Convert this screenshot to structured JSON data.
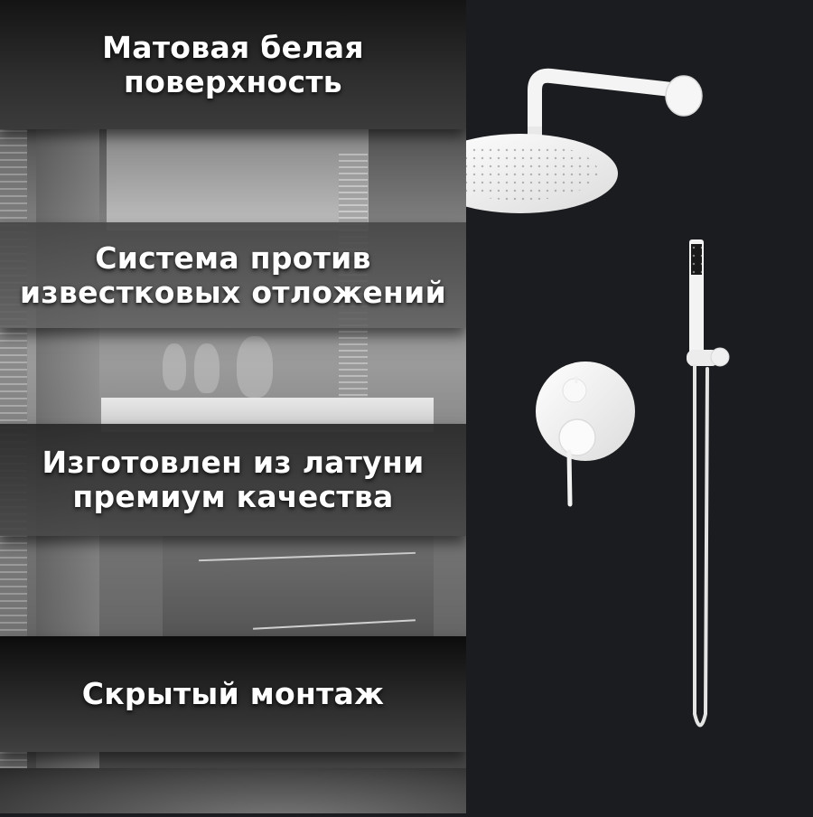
{
  "features": [
    {
      "lines": [
        "Матовая белая",
        "поверхность"
      ]
    },
    {
      "lines": [
        "Система против",
        "известковых отложений"
      ]
    },
    {
      "lines": [
        "Изготовлен из латуни",
        "премиум качества"
      ]
    },
    {
      "lines": [
        "Скрытый монтаж"
      ]
    }
  ],
  "product": {
    "items": [
      "overhead-rain-shower",
      "thermostatic-mixer-panel",
      "hand-shower-with-hose"
    ],
    "finish_color": "#f2f2f2",
    "background_color": "#1b1c1f"
  }
}
